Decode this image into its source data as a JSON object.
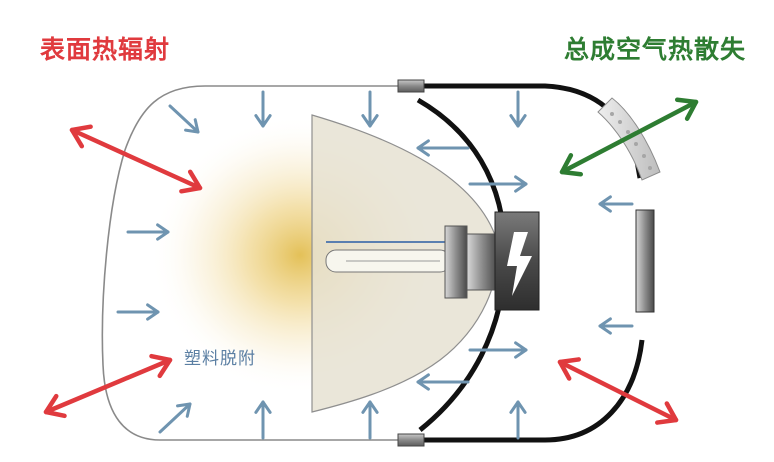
{
  "labels": {
    "surface_radiation": "表面热辐射",
    "air_heat_loss": "总成空气热散失",
    "plastic_desorption": "塑料脱附"
  },
  "colors": {
    "radiation_arrow": "#e03a3e",
    "air_loss_arrow": "#2e7d32",
    "inner_arrow": "#6f94b0",
    "plastic_text": "#5b7fa3",
    "housing_outline": "#888888",
    "bulb_glow": "#e9c96a"
  },
  "icons": {
    "connector": "lightning-bolt-icon"
  }
}
